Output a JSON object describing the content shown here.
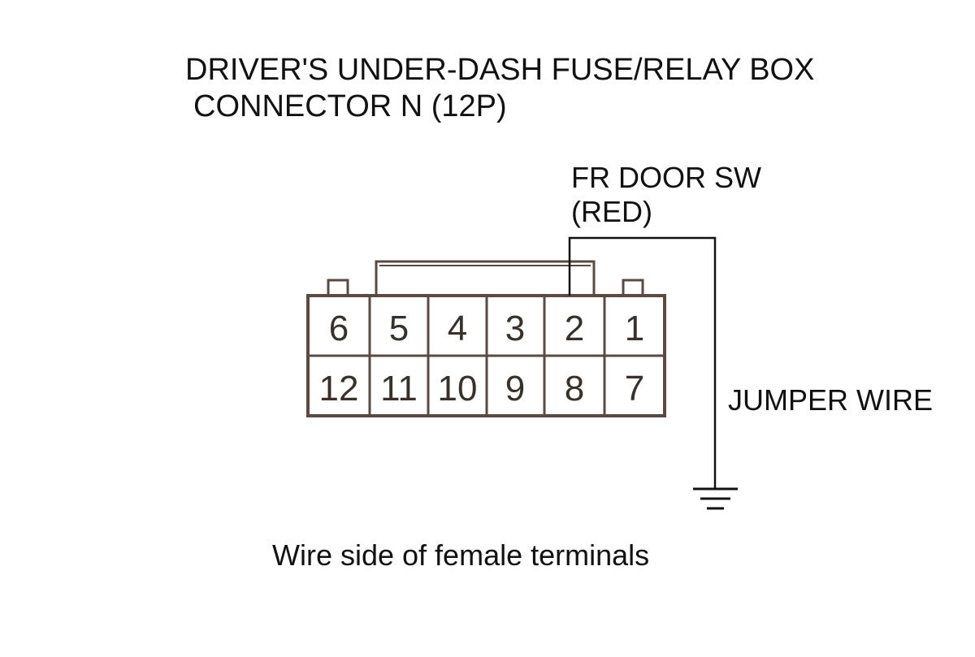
{
  "title": {
    "line1": "DRIVER'S UNDER-DASH FUSE/RELAY BOX",
    "line2": "CONNECTOR N (12P)"
  },
  "wire_label": {
    "line1": "FR DOOR SW",
    "line2": "(RED)"
  },
  "jumper_label": "JUMPER WIRE",
  "caption": "Wire side of female terminals",
  "connector": {
    "top_row": [
      "6",
      "5",
      "4",
      "3",
      "2",
      "1"
    ],
    "bottom_row": [
      "12",
      "11",
      "10",
      "9",
      "8",
      "7"
    ]
  },
  "colors": {
    "connector_outline": "#5a4a42",
    "wire": "#111111",
    "text": "#111111"
  },
  "icons": {
    "ground": "ground-symbol-icon"
  }
}
